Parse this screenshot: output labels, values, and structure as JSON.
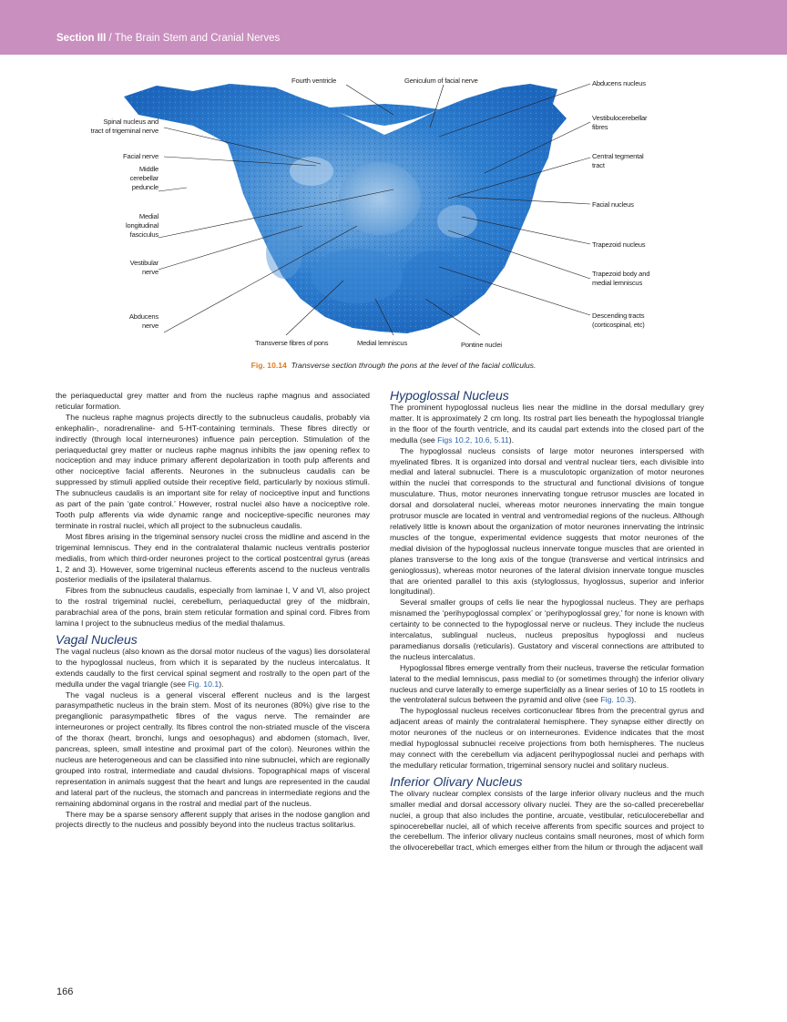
{
  "header": {
    "section": "Section III",
    "sep": " / ",
    "title": "The Brain Stem and Cranial Nerves"
  },
  "figure": {
    "labels": {
      "fourth_ventricle": "Fourth ventricle",
      "geniculum": "Geniculum of facial nerve",
      "abducens_nucleus": "Abducens nucleus",
      "spinal_nucleus_1": "Spinal nucleus and",
      "spinal_nucleus_2": "tract of trigeminal nerve",
      "vestibulo_1": "Vestibulocerebellar",
      "vestibulo_2": "fibres",
      "facial_nerve": "Facial nerve",
      "mcp_1": "Middle",
      "mcp_2": "cerebellar",
      "mcp_3": "peduncle",
      "ctt_1": "Central tegmental",
      "ctt_2": "tract",
      "facial_nucleus": "Facial nucleus",
      "mlf_1": "Medial",
      "mlf_2": "longitudinal",
      "mlf_3": "fasciculus",
      "trapezoid_nuclei": "Trapezoid nucleus",
      "vest_nerve_1": "Vestibular",
      "vest_nerve_2": "nerve",
      "tbml_1": "Trapezoid body and",
      "tbml_2": "medial lemniscus",
      "abd_nerve_1": "Abducens",
      "abd_nerve_2": "nerve",
      "desc_1": "Descending tracts",
      "desc_2": "(corticospinal, etc)",
      "transverse_fibres": "Transverse fibres of pons",
      "medial_lemniscus": "Medial lemniscus",
      "pontine_nuclei": "Pontine nuclei"
    },
    "caption_num": "Fig. 10.14",
    "caption_text": "Transverse section through the pons at the level of the facial colliculus."
  },
  "left": {
    "p1": "the periaqueductal grey matter and from the nucleus raphe magnus and associated reticular formation.",
    "p2": "The nucleus raphe magnus projects directly to the subnucleus caudalis, probably via enkephalin-, noradrenaline- and 5-HT-containing terminals. These fibres directly or indirectly (through local interneurones) influence pain perception. Stimulation of the periaqueductal grey matter or nucleus raphe magnus inhibits the jaw opening reflex to nociception and may induce primary afferent depolarization in tooth pulp afferents and other nociceptive facial afferents. Neurones in the subnucleus caudalis can be suppressed by stimuli applied outside their receptive field, particularly by noxious stimuli. The subnucleus caudalis is an important site for relay of nociceptive input and functions as part of the pain ‘gate control.’ However, rostral nuclei also have a nociceptive role. Tooth pulp afferents via wide dynamic range and nociceptive-specific neurones may terminate in rostral nuclei, which all project to the subnucleus caudalis.",
    "p3": "Most fibres arising in the trigeminal sensory nuclei cross the midline and ascend in the trigeminal lemniscus. They end in the contralateral thalamic nucleus ventralis posterior medialis, from which third-order neurones project to the cortical postcentral gyrus (areas 1, 2 and 3). However, some trigeminal nucleus efferents ascend to the nucleus ventralis posterior medialis of the ipsilateral thalamus.",
    "p4": "Fibres from the subnucleus caudalis, especially from laminae I, V and VI, also project to the rostral trigeminal nuclei, cerebellum, periaqueductal grey of the midbrain, parabrachial area of the pons, brain stem reticular formation and spinal cord. Fibres from lamina I project to the subnucleus medius of the medial thalamus.",
    "h_vagal": "Vagal Nucleus",
    "p5_a": "The vagal nucleus (also known as the dorsal motor nucleus of the vagus) lies dorsolateral to the hypoglossal nucleus, from which it is separated by the nucleus intercalatus. It extends caudally to the first cervical spinal segment and rostrally to the open part of the medulla under the vagal triangle (see ",
    "p5_ref": "Fig. 10.1",
    "p5_b": ").",
    "p6": "The vagal nucleus is a general visceral efferent nucleus and is the largest parasympathetic nucleus in the brain stem. Most of its neurones (80%) give rise to the preganglionic parasympathetic fibres of the vagus nerve. The remainder are interneurones or project centrally. Its fibres control the non-striated muscle of the viscera of the thorax (heart, bronchi, lungs and oesophagus) and abdomen (stomach, liver, pancreas, spleen, small intestine and proximal part of the colon). Neurones within the nucleus are heterogeneous and can be classified into nine subnuclei, which are regionally grouped into rostral, intermediate and caudal divisions. Topographical maps of visceral representation in animals suggest that the heart and lungs are represented in the caudal and lateral part of the nucleus, the stomach and pancreas in intermediate regions and the remaining abdominal organs in the rostral and medial part of the nucleus.",
    "p7": "There may be a sparse sensory afferent supply that arises in the nodose ganglion and projects directly to the nucleus and possibly beyond into the nucleus tractus solitarius."
  },
  "right": {
    "h_hypo": "Hypoglossal Nucleus",
    "p1_a": "The prominent hypoglossal nucleus lies near the midline in the dorsal medullary grey matter. It is approximately 2 cm long. Its rostral part lies beneath the hypoglossal triangle in the floor of the fourth ventricle, and its caudal part extends into the closed part of the medulla (see ",
    "p1_ref": "Figs 10.2, 10.6, 5.11",
    "p1_b": ").",
    "p2": "The hypoglossal nucleus consists of large motor neurones interspersed with myelinated fibres. It is organized into dorsal and ventral nuclear tiers, each divisible into medial and lateral subnuclei. There is a musculotopic organization of motor neurones within the nuclei that corresponds to the structural and functional divisions of tongue musculature. Thus, motor neurones innervating tongue retrusor muscles are located in dorsal and dorsolateral nuclei, whereas motor neurones innervating the main tongue protrusor muscle are located in ventral and ventromedial regions of the nucleus. Although relatively little is known about the organization of motor neurones innervating the intrinsic muscles of the tongue, experimental evidence suggests that motor neurones of the medial division of the hypoglossal nucleus innervate tongue muscles that are oriented in planes transverse to the long axis of the tongue (transverse and vertical intrinsics and genioglossus), whereas motor neurones of the lateral division innervate tongue muscles that are oriented parallel to this axis (styloglossus, hyoglossus, superior and inferior longitudinal).",
    "p3": "Several smaller groups of cells lie near the hypoglossal nucleus. They are perhaps misnamed the ‘perihypoglossal complex’ or ‘perihypoglossal grey,’ for none is known with certainty to be connected to the hypoglossal nerve or nucleus. They include the nucleus intercalatus, sublingual nucleus, nucleus prepositus hypoglossi and nucleus paramedianus dorsalis (reticularis). Gustatory and visceral connections are attributed to the nucleus intercalatus.",
    "p4_a": "Hypoglossal fibres emerge ventrally from their nucleus, traverse the reticular formation lateral to the medial lemniscus, pass medial to (or sometimes through) the inferior olivary nucleus and curve laterally to emerge superficially as a linear series of 10 to 15 rootlets in the ventrolateral sulcus between the pyramid and olive (see ",
    "p4_ref": "Fig. 10.3",
    "p4_b": ").",
    "p5": "The hypoglossal nucleus receives corticonuclear fibres from the precentral gyrus and adjacent areas of mainly the contralateral hemisphere. They synapse either directly on motor neurones of the nucleus or on interneurones. Evidence indicates that the most medial hypoglossal subnuclei receive projections from both hemispheres. The nucleus may connect with the cerebellum via adjacent perihypoglossal nuclei and perhaps with the medullary reticular formation, trigeminal sensory nuclei and solitary nucleus.",
    "h_olive": "Inferior Olivary Nucleus",
    "p6": "The olivary nuclear complex consists of the large inferior olivary nucleus and the much smaller medial and dorsal accessory olivary nuclei. They are the so-called precerebellar nuclei, a group that also includes the pontine, arcuate, vestibular, reticulocerebellar and spinocerebellar nuclei, all of which receive afferents from specific sources and project to the cerebellum. The inferior olivary nucleus contains small neurones, most of which form the olivocerebellar tract, which emerges either from the hilum or through the adjacent wall"
  },
  "page_number": "166"
}
